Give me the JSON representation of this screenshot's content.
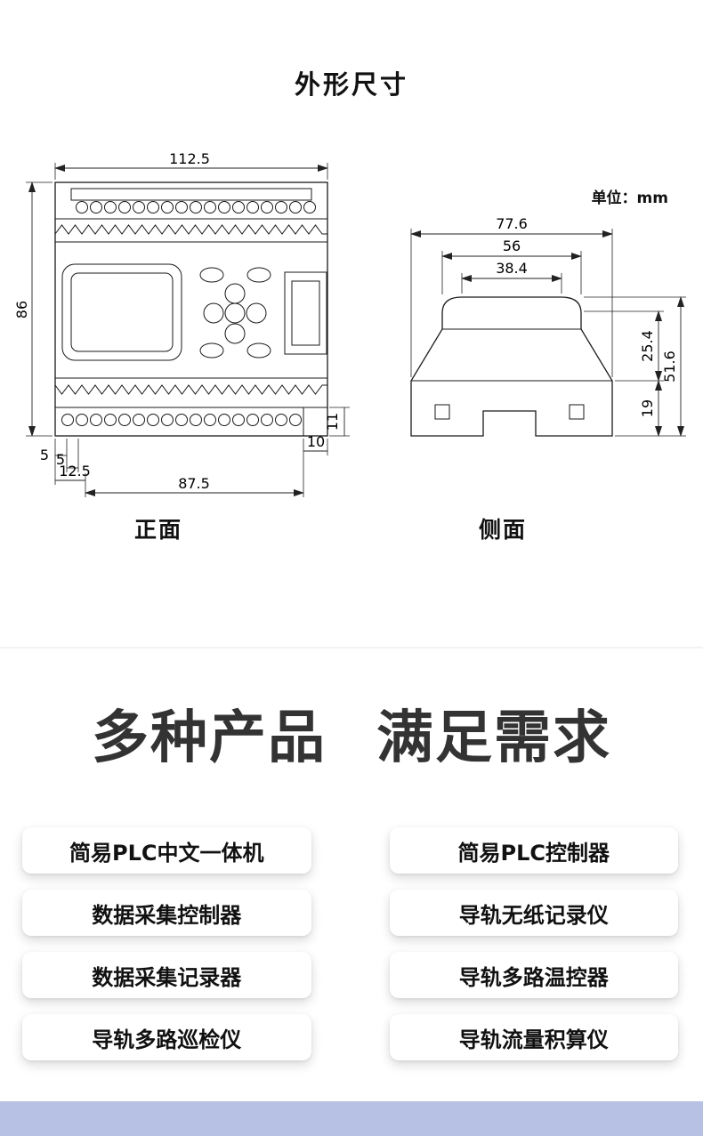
{
  "page": {
    "title": "外形尺寸",
    "unit_label": "单位：mm"
  },
  "front_view": {
    "caption": "正面",
    "dims": {
      "width_top": "112.5",
      "height_left": "86",
      "strip_height": "11",
      "right_offset": "10",
      "offset_5a": "5",
      "offset_5b": "5",
      "offset_12_5": "12.5",
      "bottom_span": "87.5"
    }
  },
  "side_view": {
    "caption": "侧面",
    "dims": {
      "depth_total": "77.6",
      "body_width": "56",
      "top_width": "38.4",
      "upper_height": "25.4",
      "total_height": "51.6",
      "base_height": "19"
    }
  },
  "promo": {
    "heading_left": "多种产品",
    "heading_right": "满足需求",
    "products_left": [
      "简易PLC中文一体机",
      "数据采集控制器",
      "数据采集记录器",
      "导轨多路巡检仪"
    ],
    "products_right": [
      "简易PLC控制器",
      "导轨无纸记录仪",
      "导轨多路温控器",
      "导轨流量积算仪"
    ]
  },
  "colors": {
    "accent_bar": "#b7c1e3",
    "heading_text": "#333333"
  }
}
